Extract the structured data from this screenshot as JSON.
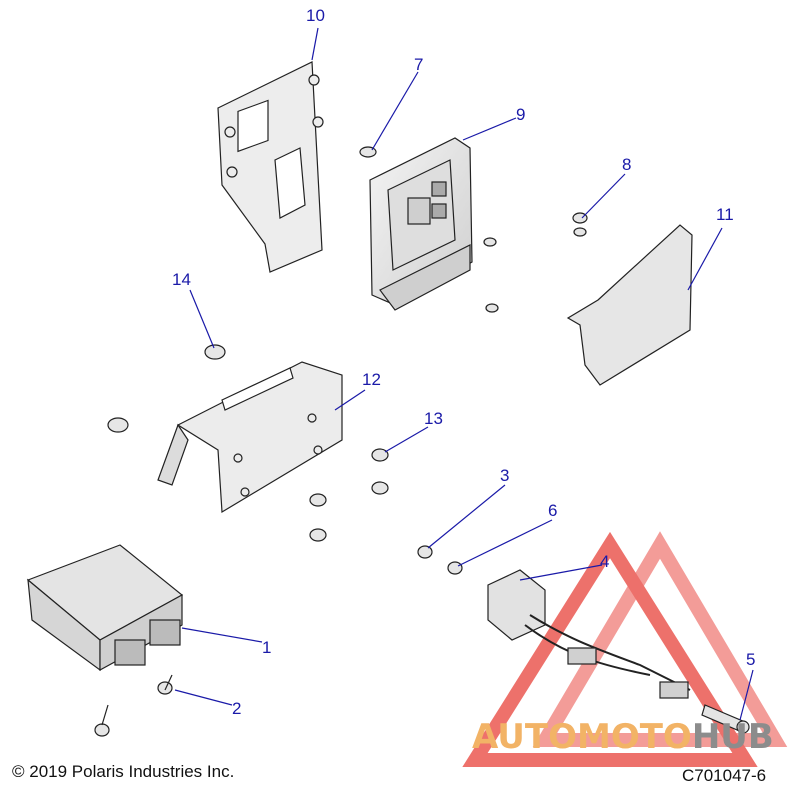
{
  "diagram": {
    "callouts": {
      "p1": "1",
      "p2": "2",
      "p3": "3",
      "p4": "4",
      "p5": "5",
      "p6": "6",
      "p7": "7",
      "p8": "8",
      "p9": "9",
      "p10": "10",
      "p11": "11",
      "p12": "12",
      "p13": "13",
      "p14": "14"
    },
    "copyright": "© 2019 Polaris Industries Inc.",
    "part_code": "C701047-6"
  },
  "watermark": {
    "part_a": "AUTO",
    "part_b": "MOTO",
    "part_c": "HUB",
    "color_a": "#f2b366",
    "color_b": "#f2b366",
    "color_c": "#8c8c8c",
    "triangle_color": "#e8423a"
  },
  "colors": {
    "callout": "#1a1aa8",
    "line": "#222222",
    "part_fill": "#e9e9e9"
  }
}
